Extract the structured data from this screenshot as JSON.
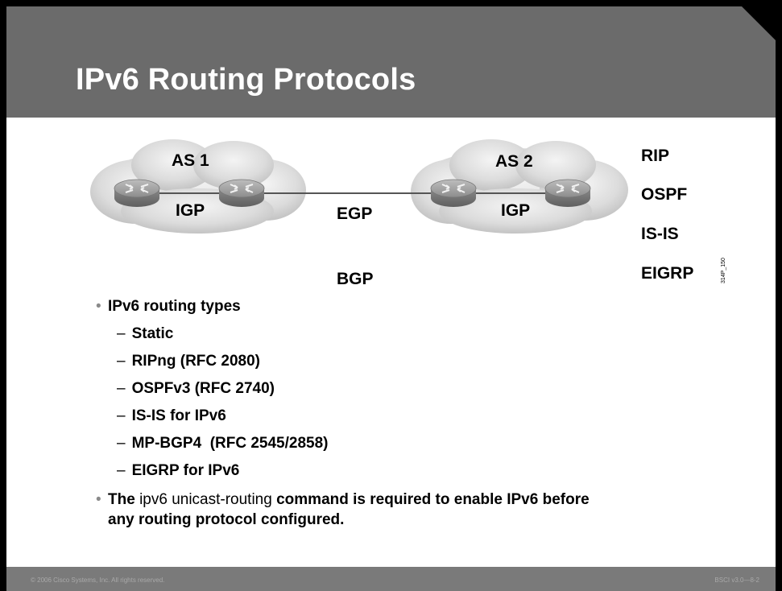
{
  "slide": {
    "title": "IPv6 Routing Protocols",
    "footer_left": "© 2006 Cisco Systems, Inc. All rights reserved.",
    "footer_right": "BSCI v3.0—8-2"
  },
  "diagram": {
    "as1_label": "AS 1",
    "as2_label": "AS 2",
    "igp_left": "IGP",
    "igp_right": "IGP",
    "egp_label": "EGP",
    "bgp_label": "BGP",
    "protocols": [
      "RIP",
      "OSPF",
      "IS-IS",
      "EIGRP"
    ],
    "figure_code": "314P_150"
  },
  "bullets": {
    "types_heading": "IPv6 routing types",
    "types": [
      "Static",
      "RIPng (RFC 2080)",
      "OSPFv3 (RFC 2740)",
      "IS-IS for IPv6",
      "MP-BGP4  (RFC 2545/2858)",
      "EIGRP for IPv6"
    ],
    "note_part1": "The",
    "note_command": "ipv6 unicast-routing",
    "note_part2": "command is required to enable IPv6 before",
    "note_line2": "any routing protocol configured."
  }
}
